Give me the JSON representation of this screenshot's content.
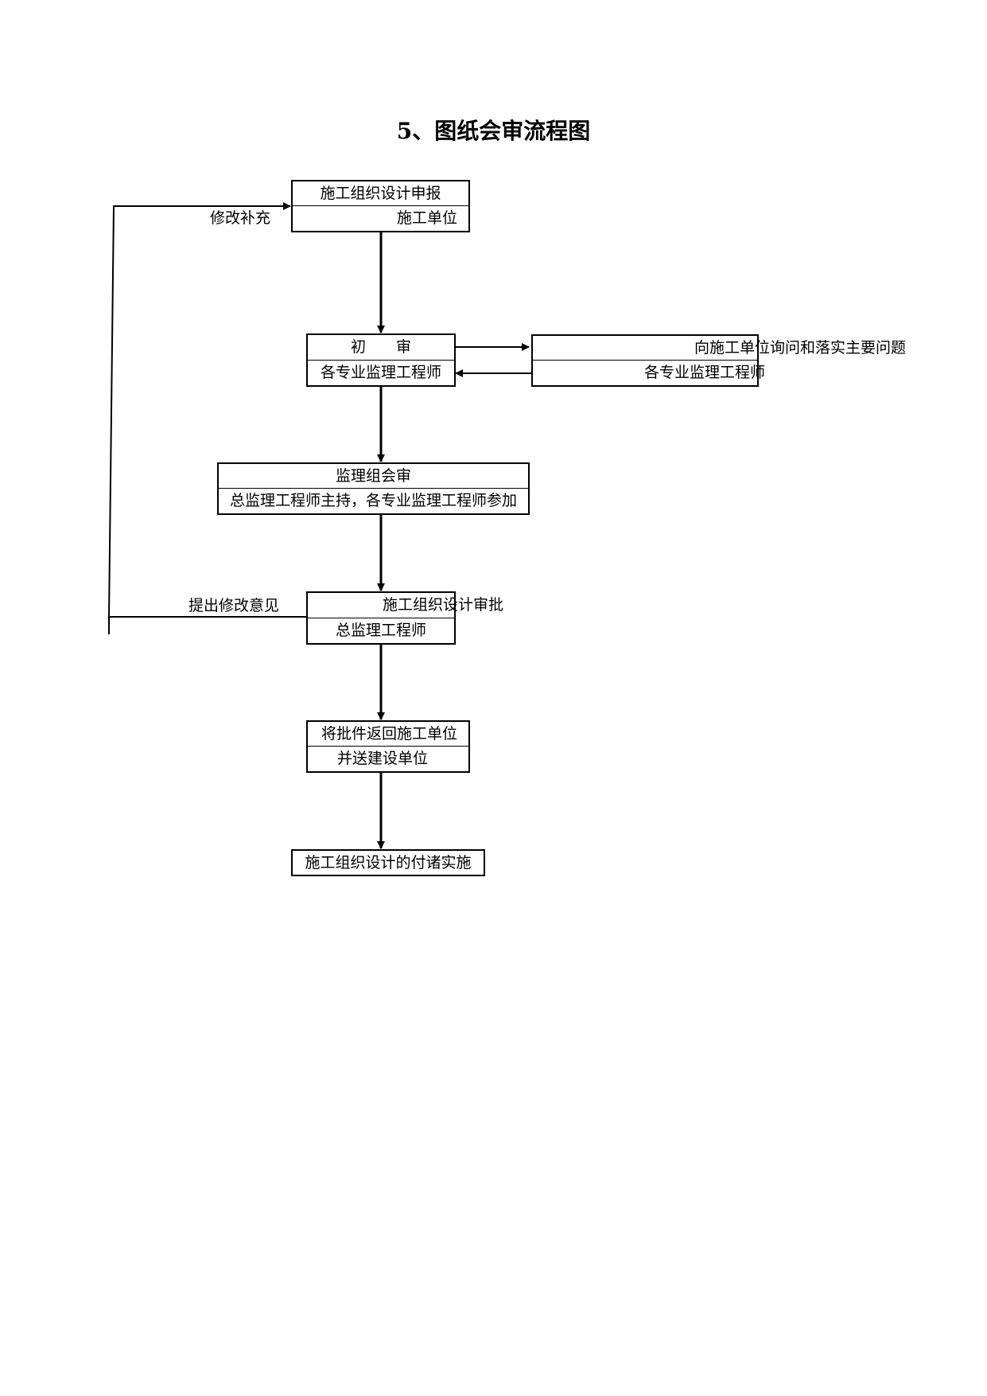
{
  "title": "5、图纸会审流程图",
  "nodes": {
    "submit": {
      "line1": "施工组织设计申报",
      "line2": "施工单位"
    },
    "initial": {
      "line1": "初　　审",
      "line2": "各专业监理工程师"
    },
    "inquiry": {
      "line1": "向施工单位询问和落实主要问题",
      "line2": "各专业监理工程师"
    },
    "group": {
      "line1": "监理组会审",
      "line2": "总监理工程师主持，各专业监理工程师参加"
    },
    "approve": {
      "line1": "施工组织设计审批",
      "line2": "总监理工程师"
    },
    "return": {
      "line1": "将批件返回施工单位",
      "line2": "并送建设单位"
    },
    "implement": {
      "line1": "施工组织设计的付诸实施"
    }
  },
  "edge_labels": {
    "revise": "修改补充",
    "feedback": "提出修改意见"
  }
}
